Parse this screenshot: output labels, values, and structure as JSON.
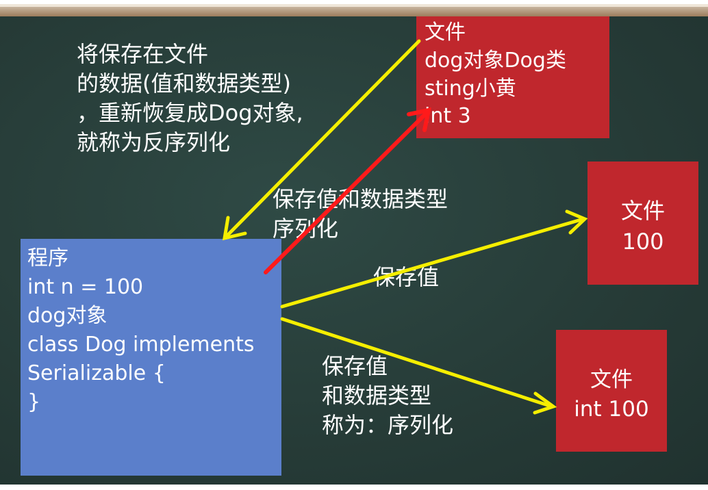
{
  "top_left_text": [
    "将保存在文件",
    "的数据(值和数据类型)",
    "，重新恢复成Dog对象,",
    "就称为反序列化"
  ],
  "middle_text": [
    "保存值和数据类型",
    "序列化"
  ],
  "save_value_label": "保存值",
  "bottom_text": [
    "保存值",
    "和数据类型",
    "称为：序列化"
  ],
  "program_box": [
    "程序",
    "int n = 100",
    "dog对象",
    "class Dog implements",
    "Serializable {",
    "}"
  ],
  "file_box_top": [
    "文件",
    "dog对象Dog类",
    "sting小黄",
    "int 3"
  ],
  "file_box_mid": [
    "文件",
    "100"
  ],
  "file_box_bottom": [
    "文件",
    "int 100"
  ],
  "colors": {
    "board": "#263b37",
    "file_box": "#c0272d",
    "program_box": "#5b7fcb",
    "yellow_arrow": "#f5ee00",
    "red_arrow": "#ff1a1a"
  }
}
